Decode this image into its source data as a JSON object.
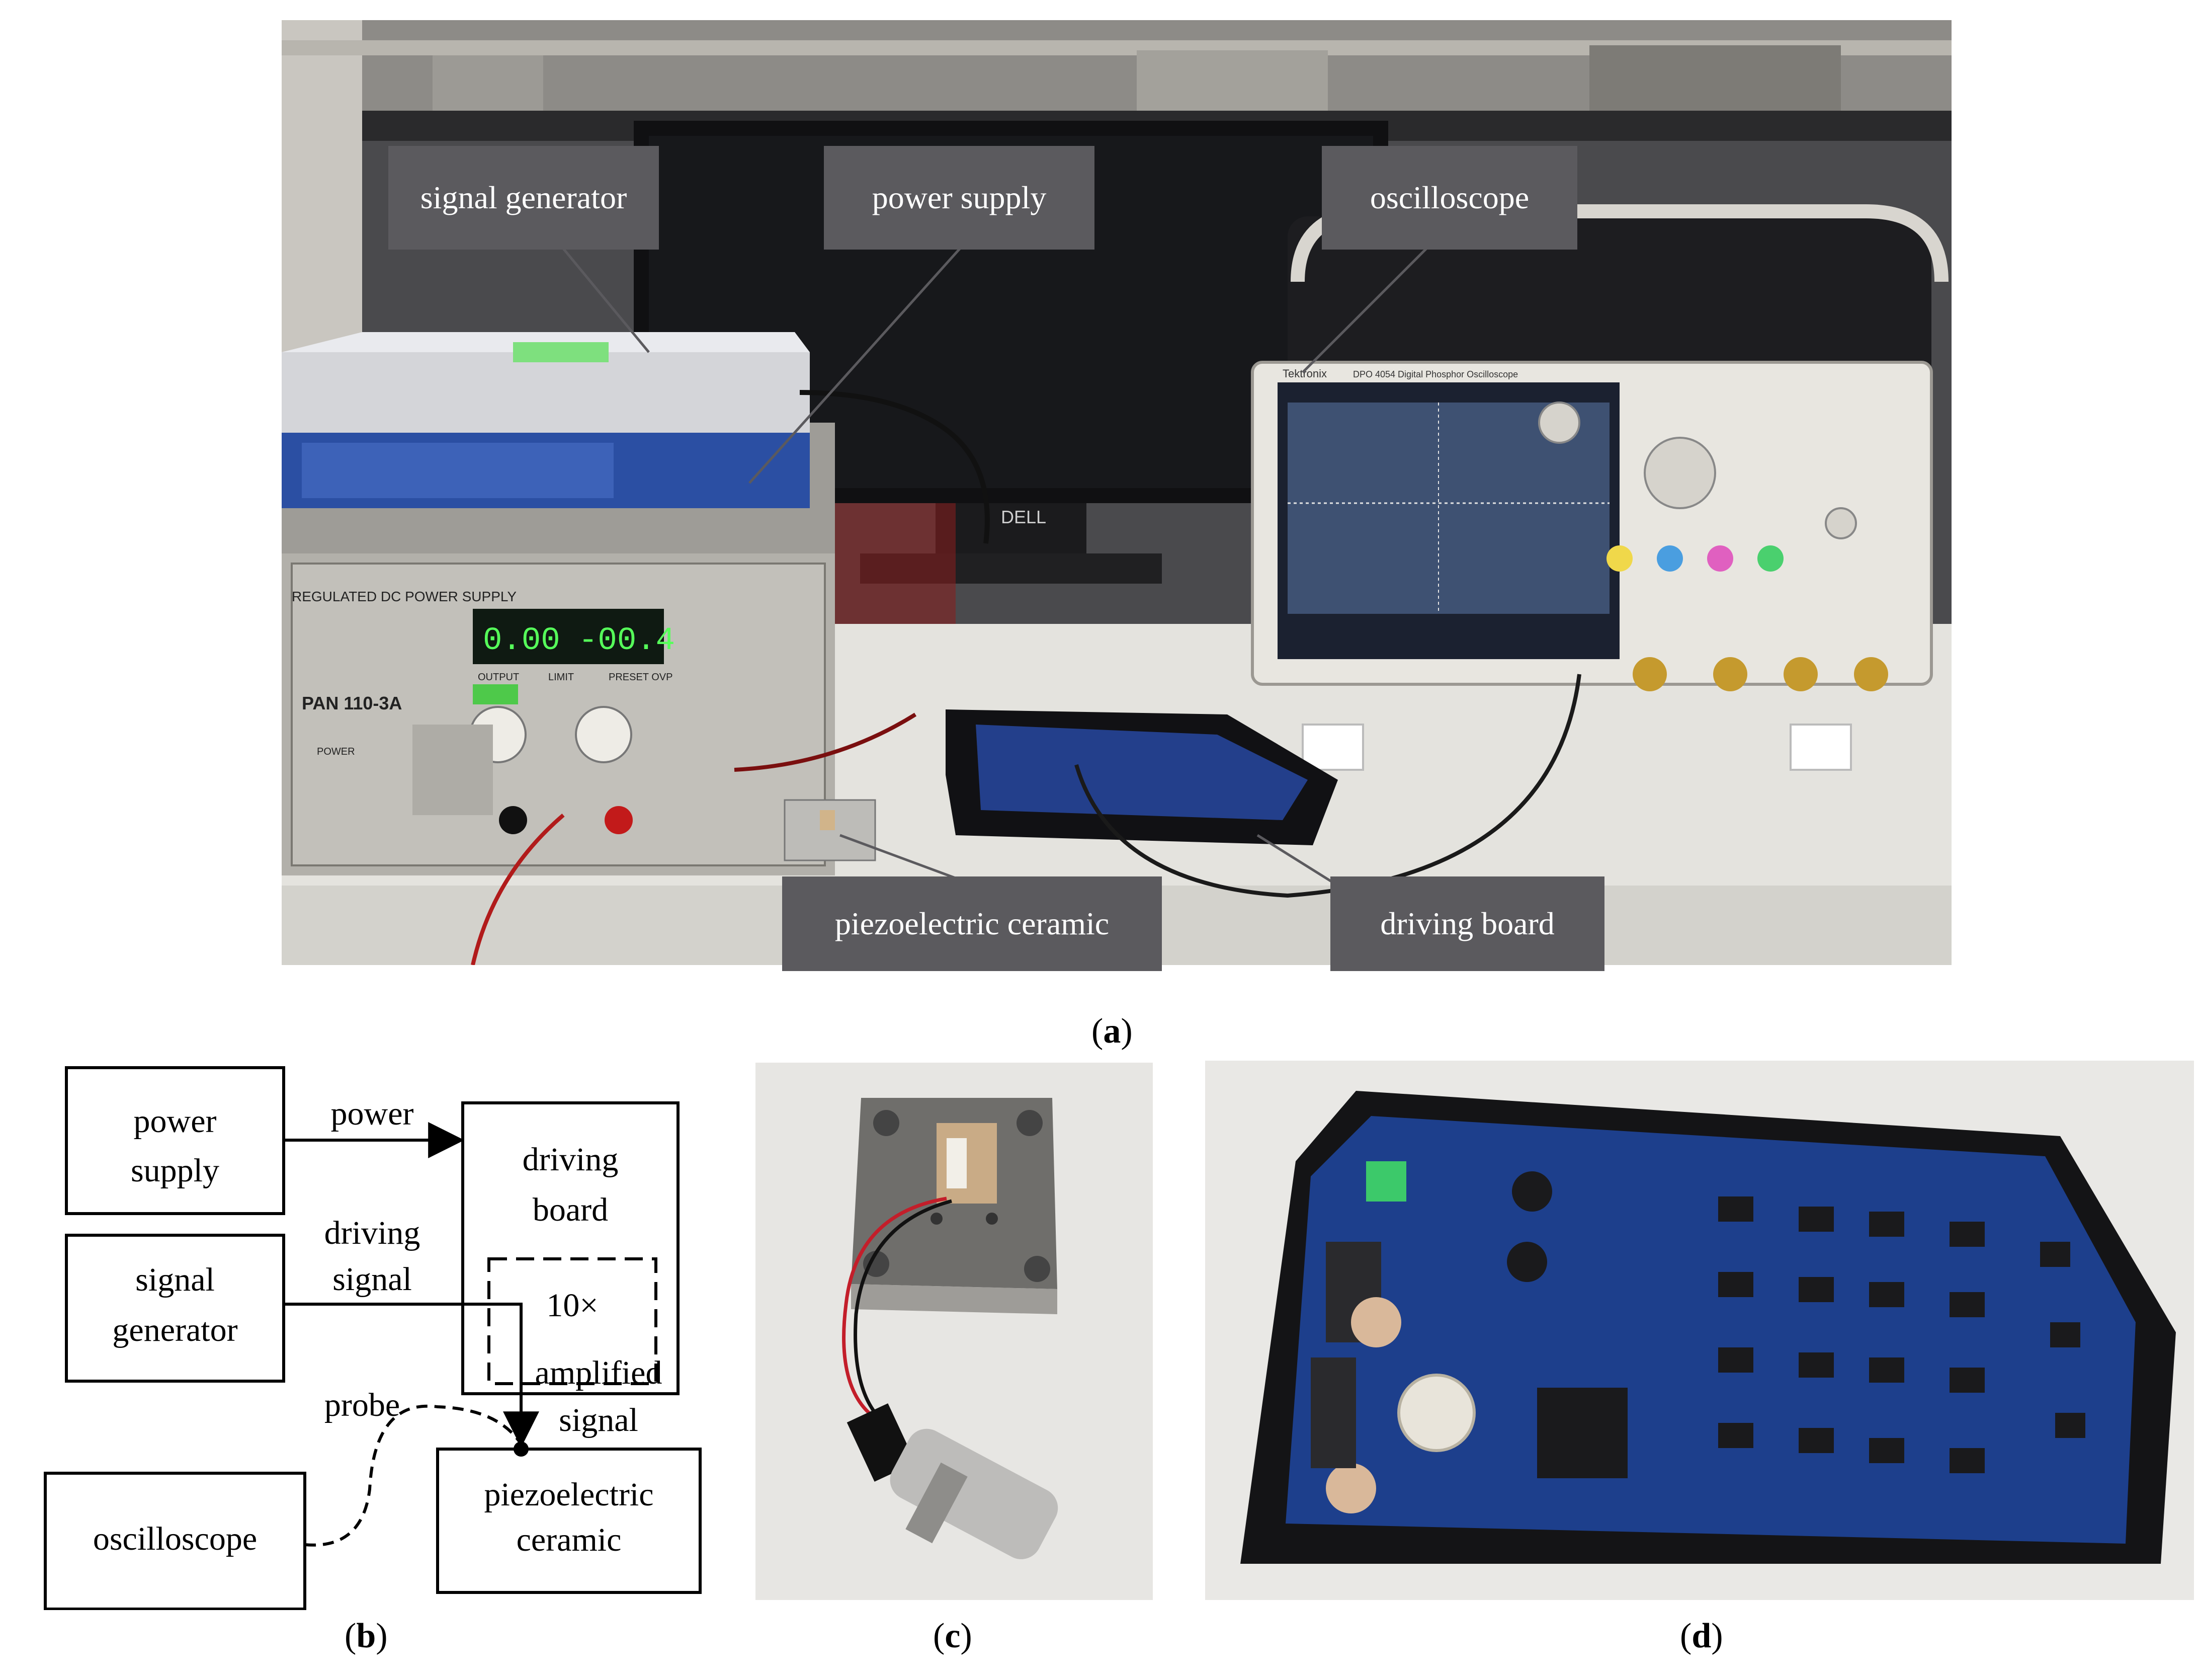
{
  "panel_a": {
    "caption_letter": "a",
    "callouts": {
      "signal_generator": "signal generator",
      "power_supply": "power supply",
      "oscilloscope": "oscilloscope",
      "piezoelectric_ceramic": "piezoelectric ceramic",
      "driving_board": "driving board"
    },
    "device_text": {
      "psu_brand": "REGULATED DC POWER SUPPLY",
      "psu_model": "PAN 110-3A",
      "psu_current": "0.00",
      "psu_voltage": "-00.4",
      "psu_output": "OUTPUT",
      "psu_limit": "LIMIT",
      "psu_preset": "PRESET OVP",
      "psu_power": "POWER",
      "monitor_brand": "DELL",
      "scope_brand": "Tektronix",
      "scope_model": "DPO 4054 Digital Phosphor Oscilloscope"
    }
  },
  "panel_b": {
    "caption_letter": "b",
    "boxes": {
      "power_supply": [
        "power",
        "supply"
      ],
      "signal_generator": [
        "signal",
        "generator"
      ],
      "driving_board": [
        "driving",
        "board"
      ],
      "amplifier": "10×",
      "oscilloscope": "oscilloscope",
      "piezoelectric_ceramic": [
        "piezoelectric",
        "ceramic"
      ]
    },
    "edge_labels": {
      "power": "power",
      "driving_signal": [
        "driving",
        "signal"
      ],
      "amplified_signal": [
        "amplified",
        "signal"
      ],
      "probe": "probe"
    }
  },
  "panel_c": {
    "caption_letter": "c"
  },
  "panel_d": {
    "caption_letter": "d"
  },
  "colors": {
    "callout_bg": "#5b5a5e",
    "pcb_blue": "#1d3f8c",
    "signal_generator_blue": "#2b4fa3"
  }
}
